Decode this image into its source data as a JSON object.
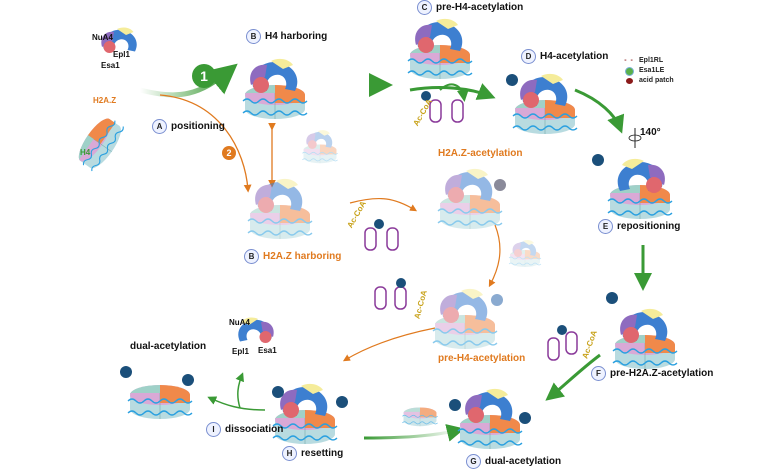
{
  "colors": {
    "green_arrow": "#3a9a35",
    "orange_arrow": "#e07a1f",
    "label_circle_border": "#7a8fd0",
    "ac_badge": "#1b4f7a",
    "coa_border": "#8a3a9a",
    "acoa_text": "#c8a21a",
    "epl1": "#e0676e",
    "esa1": "#3d7fd0",
    "yellow_subunit": "#f5ec9a",
    "purple_subunit": "#8e6bbf",
    "h2az_tail": "#e07a1f",
    "h4_tail": "#3a9a35",
    "dna": "#2aa0e0",
    "acid_patch": "#8b1a1a",
    "esa1le": "#5ab04a"
  },
  "legend": [
    {
      "icon": "dashed-line",
      "label": "Epl1RL"
    },
    {
      "icon": "green-dot",
      "label": "Esa1LE"
    },
    {
      "icon": "dark-red-dot",
      "label": "acid patch"
    }
  ],
  "complex": {
    "title": "NuA4",
    "epl1": "Epl1",
    "esa1": "Esa1"
  },
  "tails": {
    "h2az": "H2A.Z",
    "h4": "H4"
  },
  "pathways": {
    "one": "1",
    "two": "2"
  },
  "rotation": "140°",
  "ac": "Ac",
  "coa": "CoA",
  "acoa": "Ac-CoA",
  "steps": {
    "A": {
      "letter": "A",
      "label": "positioning"
    },
    "B": {
      "letter": "B",
      "label": "H4 harboring"
    },
    "B2": {
      "letter": "B",
      "label": "H2A.Z harboring"
    },
    "C": {
      "letter": "C",
      "label": "pre-H4-acetylation"
    },
    "D": {
      "letter": "D",
      "label": "H4-acetylation"
    },
    "E": {
      "letter": "E",
      "label": "repositioning"
    },
    "F": {
      "letter": "F",
      "label": "pre-H2A.Z-acetylation"
    },
    "G": {
      "letter": "G",
      "label": "dual-acetylation"
    },
    "H": {
      "letter": "H",
      "label": "resetting"
    },
    "I": {
      "letter": "I",
      "label": "dissociation"
    }
  },
  "orange_labels": {
    "h2az_acetylation": "H2A.Z-acetylation",
    "pre_h4_acetylation": "pre-H4-acetylation"
  },
  "final": {
    "label": "dual-acetylation"
  }
}
